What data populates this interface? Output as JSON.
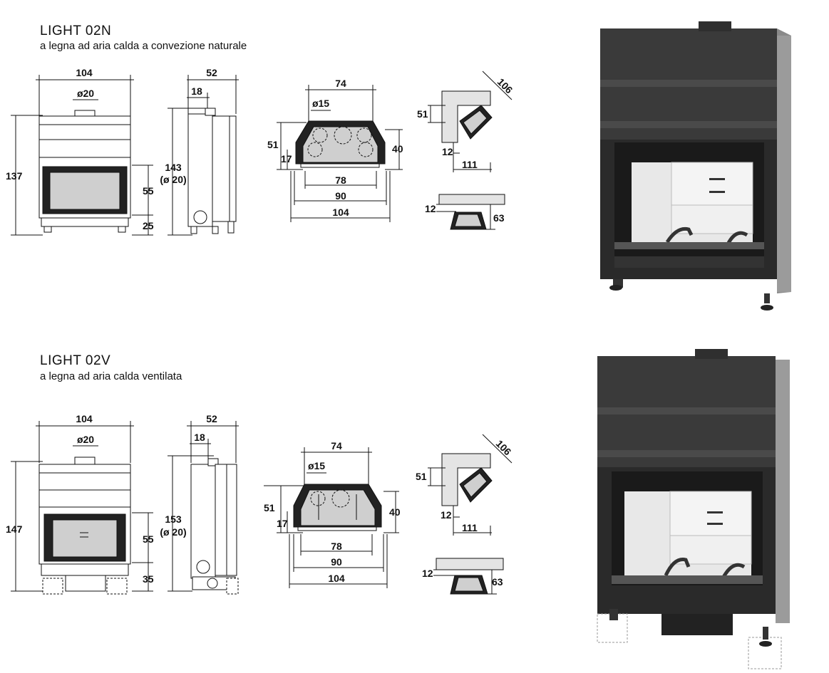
{
  "products": [
    {
      "title": "LIGHT 02N",
      "subtitle": "a legna ad aria calda a convezione naturale",
      "front": {
        "width": "104",
        "flue": "ø20",
        "height": "137",
        "opening": "55",
        "base": "25"
      },
      "side": {
        "depth": "52",
        "offset": "18",
        "height": "143",
        "height_note": "(ø 20)"
      },
      "plan": {
        "top": "74",
        "hole": "ø15",
        "left1": "51",
        "left2": "17",
        "right": "40",
        "w1": "78",
        "w2": "90",
        "w3": "104"
      },
      "corner": {
        "diag": "106",
        "side": "51",
        "a": "12",
        "b": "111"
      },
      "wall": {
        "a": "12",
        "b": "63"
      }
    },
    {
      "title": "LIGHT 02V",
      "subtitle": "a legna ad aria calda ventilata",
      "front": {
        "width": "104",
        "flue": "ø20",
        "height": "147",
        "opening": "55",
        "base": "35"
      },
      "side": {
        "depth": "52",
        "offset": "18",
        "height": "153",
        "height_note": "(ø 20)"
      },
      "plan": {
        "top": "74",
        "hole": "ø15",
        "left1": "51",
        "left2": "17",
        "right": "40",
        "w1": "78",
        "w2": "90",
        "w3": "104"
      },
      "corner": {
        "diag": "106",
        "side": "51",
        "a": "12",
        "b": "111"
      },
      "wall": {
        "a": "12",
        "b": "63"
      }
    }
  ]
}
